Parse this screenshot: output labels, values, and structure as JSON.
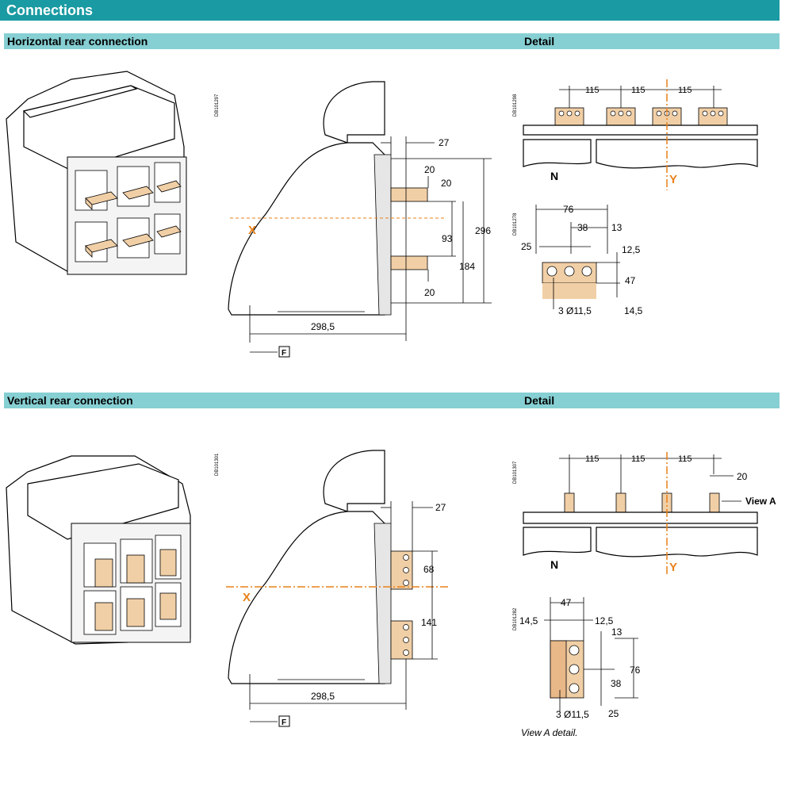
{
  "title": "Connections",
  "sections": {
    "horizontal": {
      "title": "Horizontal rear connection",
      "detail": "Detail"
    },
    "vertical": {
      "title": "Vertical rear connection",
      "detail": "Detail"
    }
  },
  "codes": [
    "DB101297",
    "DB101298",
    "DB101278",
    "DB101301",
    "DB101307",
    "DB101282"
  ],
  "labels": {
    "x": "X",
    "y": "Y",
    "n": "N",
    "f": "F",
    "view_a": "View A",
    "caption": "View A detail."
  },
  "dimensions": {
    "d27": "27",
    "d20": "20",
    "d296": "296",
    "d93": "93",
    "d184": "184",
    "d298_5": "298,5",
    "d115": "115",
    "d76": "76",
    "d38": "38",
    "d13": "13",
    "d25": "25",
    "d12_5": "12,5",
    "d47": "47",
    "d14_5": "14,5",
    "d3holes": "3 Ø11,5",
    "d68": "68",
    "d141": "141"
  },
  "colors": {
    "title_bar": "#1a9aa2",
    "section_bar": "#86cfd3",
    "axis": "#e8811a",
    "copper": "#f1cfa6"
  }
}
